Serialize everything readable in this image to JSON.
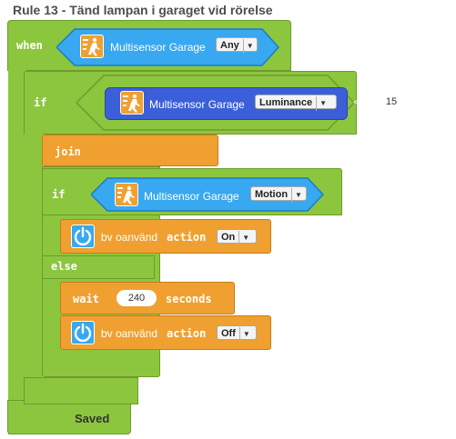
{
  "rule": {
    "title": "Rule 13 - Tänd lampan i garaget vid rörelse"
  },
  "when": {
    "keyword": "when",
    "sensor": {
      "label": "Multisensor Garage",
      "icon": "motion-sensor-icon",
      "value": "Any"
    }
  },
  "if1": {
    "keyword": "if",
    "sensor": {
      "label": "Multisensor Garage",
      "icon": "motion-sensor-icon",
      "value": "Luminance"
    },
    "operator": "<=",
    "operand": "15"
  },
  "join": {
    "keyword": "join"
  },
  "if2": {
    "keyword": "if",
    "sensor": {
      "label": "Multisensor Garage",
      "icon": "motion-sensor-icon",
      "value": "Motion"
    },
    "action": {
      "device": "bv oanvänd",
      "keyword": "action",
      "value": "On",
      "icon": "power-icon"
    }
  },
  "else": {
    "keyword": "else",
    "wait": {
      "keyword": "wait",
      "value": "240",
      "unit": "seconds"
    },
    "action": {
      "device": "bv oanvänd",
      "keyword": "action",
      "value": "Off",
      "icon": "power-icon"
    }
  },
  "status": {
    "label": "Saved"
  },
  "colors": {
    "logic": "#8cc63e",
    "sensor": "#38a8f0",
    "sensor_selected": "#3b5fd8",
    "action": "#f0a030"
  }
}
